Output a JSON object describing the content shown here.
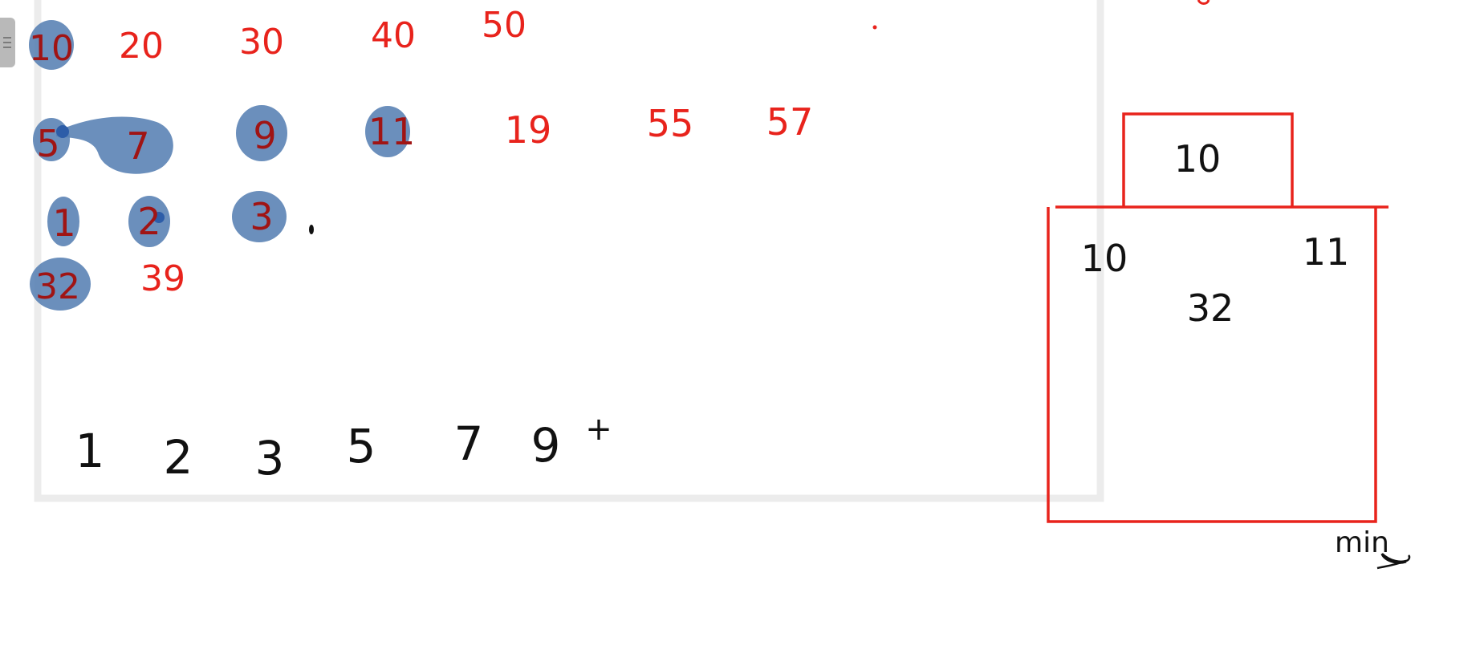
{
  "canvas": {
    "background": "#ffffff",
    "frame_color": "#ececec",
    "red_ink": "#e8231c",
    "dark_red_ink": "#a01414",
    "black_ink": "#111111",
    "highlight": "#5b83b5"
  },
  "rows": {
    "row1": [
      "10",
      "20",
      "30",
      "40",
      "50"
    ],
    "row2": [
      "5",
      "7",
      "9",
      "11",
      "19",
      "55",
      "57"
    ],
    "row3": [
      "1",
      "2",
      "3"
    ],
    "row4": [
      "32",
      "39"
    ]
  },
  "bottom_sequence": [
    "1",
    "2",
    "3",
    "5",
    "7",
    "9",
    "+"
  ],
  "diagram": {
    "top_box_value": "10",
    "left_value": "10",
    "right_value": "11",
    "center_value": "32",
    "caption": "min"
  },
  "icons": {
    "side_tab": "collapse-panel-tab"
  }
}
